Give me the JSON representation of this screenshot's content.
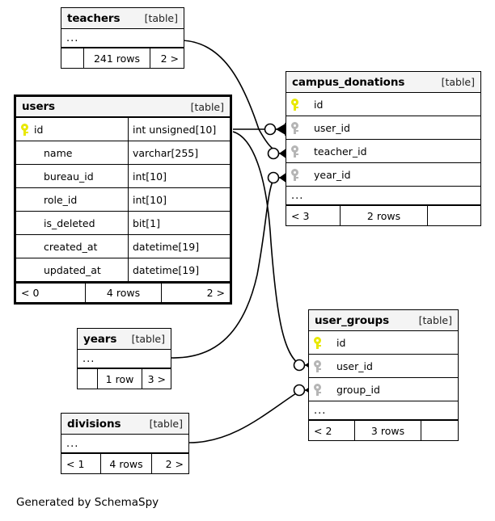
{
  "diagram": {
    "generator_note": "Generated by SchemaSpy",
    "table_tag": "[table]",
    "ellipsis": "...",
    "colors": {
      "primary_key": "#e8e800",
      "foreign_key": "#b5b5b5",
      "header_bg": "#f4f4f4",
      "border": "#000000",
      "background": "#ffffff"
    }
  },
  "tables": {
    "teachers": {
      "name": "teachers",
      "tag": "[table]",
      "columns": [],
      "has_ellipsis": true,
      "ellipsis": "...",
      "footer": {
        "left": "",
        "center": "241 rows",
        "right": "2 >"
      }
    },
    "users": {
      "name": "users",
      "tag": "[table]",
      "columns": [
        {
          "key": "primary",
          "name": "id",
          "type": "int unsigned[10]"
        },
        {
          "key": "none",
          "name": "name",
          "type": "varchar[255]"
        },
        {
          "key": "none",
          "name": "bureau_id",
          "type": "int[10]"
        },
        {
          "key": "none",
          "name": "role_id",
          "type": "int[10]"
        },
        {
          "key": "none",
          "name": "is_deleted",
          "type": "bit[1]"
        },
        {
          "key": "none",
          "name": "created_at",
          "type": "datetime[19]"
        },
        {
          "key": "none",
          "name": "updated_at",
          "type": "datetime[19]"
        }
      ],
      "has_ellipsis": false,
      "footer": {
        "left": "< 0",
        "center": "4 rows",
        "right": "2 >"
      }
    },
    "campus_donations": {
      "name": "campus_donations",
      "tag": "[table]",
      "columns": [
        {
          "key": "primary",
          "name": "id"
        },
        {
          "key": "foreign",
          "name": "user_id"
        },
        {
          "key": "foreign",
          "name": "teacher_id"
        },
        {
          "key": "foreign",
          "name": "year_id"
        }
      ],
      "has_ellipsis": true,
      "ellipsis": "...",
      "footer": {
        "left": "< 3",
        "center": "2 rows",
        "right": ""
      }
    },
    "user_groups": {
      "name": "user_groups",
      "tag": "[table]",
      "columns": [
        {
          "key": "primary",
          "name": "id"
        },
        {
          "key": "foreign",
          "name": "user_id"
        },
        {
          "key": "foreign",
          "name": "group_id"
        }
      ],
      "has_ellipsis": true,
      "ellipsis": "...",
      "footer": {
        "left": "< 2",
        "center": "3 rows",
        "right": ""
      }
    },
    "years": {
      "name": "years",
      "tag": "[table]",
      "columns": [],
      "has_ellipsis": true,
      "ellipsis": "...",
      "footer": {
        "left": "",
        "center": "1 row",
        "right": "3 >"
      }
    },
    "divisions": {
      "name": "divisions",
      "tag": "[table]",
      "columns": [],
      "has_ellipsis": true,
      "ellipsis": "...",
      "footer": {
        "left": "< 1",
        "center": "4 rows",
        "right": "2 >"
      }
    }
  },
  "relationships": [
    {
      "from": "users",
      "to": "campus_donations.user_id",
      "notation": "zero-or-many"
    },
    {
      "from": "teachers",
      "to": "campus_donations.teacher_id",
      "notation": "zero-or-many"
    },
    {
      "from": "years",
      "to": "campus_donations.year_id",
      "notation": "zero-or-many"
    },
    {
      "from": "users",
      "to": "user_groups.user_id",
      "notation": "zero-or-many"
    },
    {
      "from": "divisions",
      "to": "user_groups.group_id",
      "notation": "zero-or-many"
    }
  ]
}
